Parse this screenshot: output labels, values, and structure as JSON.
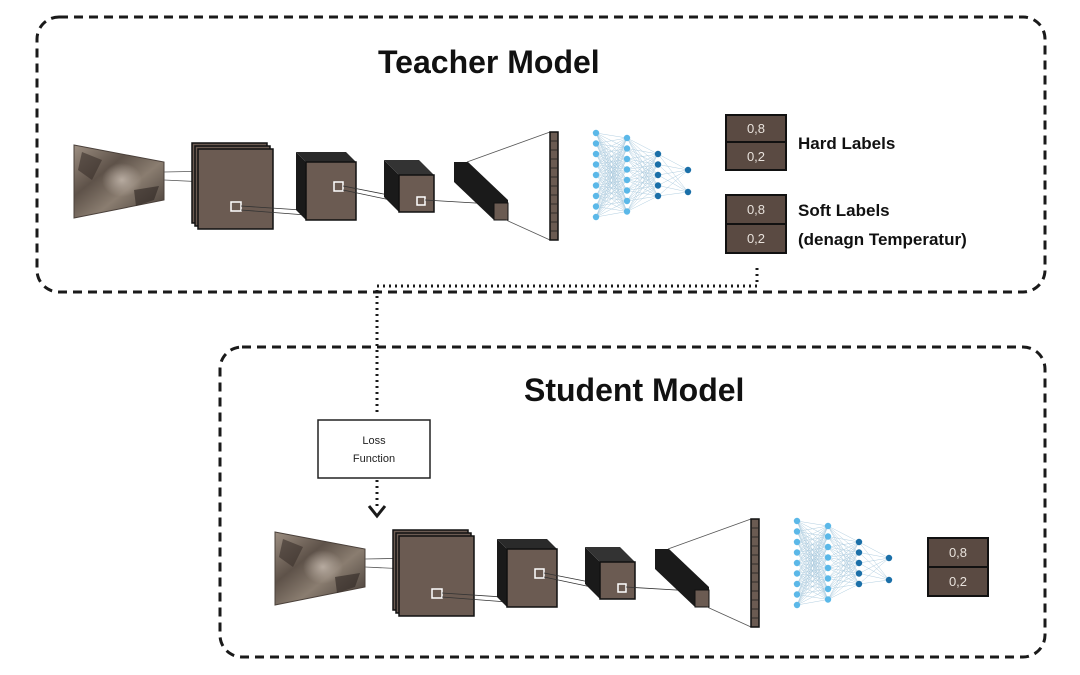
{
  "teacher": {
    "title": "Teacher Model",
    "hard_labels": {
      "label": "Hard Labels",
      "values": [
        "0,8",
        "0,2"
      ]
    },
    "soft_labels": {
      "label_line1": "Soft Labels",
      "label_line2": "(denagn Temperatur)",
      "values": [
        "0,8",
        "0,2"
      ]
    }
  },
  "student": {
    "title": "Student Model",
    "outputs": {
      "values": [
        "0,8",
        "0,2"
      ]
    }
  },
  "loss_box": {
    "line1": "Loss",
    "line2": "Function"
  },
  "colors": {
    "feature_map": "#6b5b52",
    "feature_map_dark": "#1a1a1a",
    "output_box": "#5a4a42",
    "node_light": "#5bb8e8",
    "node_dark": "#1a6fa8",
    "dashed_border": "#1a1a1a"
  },
  "icons": {
    "input_image": "blurred-animal-photo-icon"
  }
}
